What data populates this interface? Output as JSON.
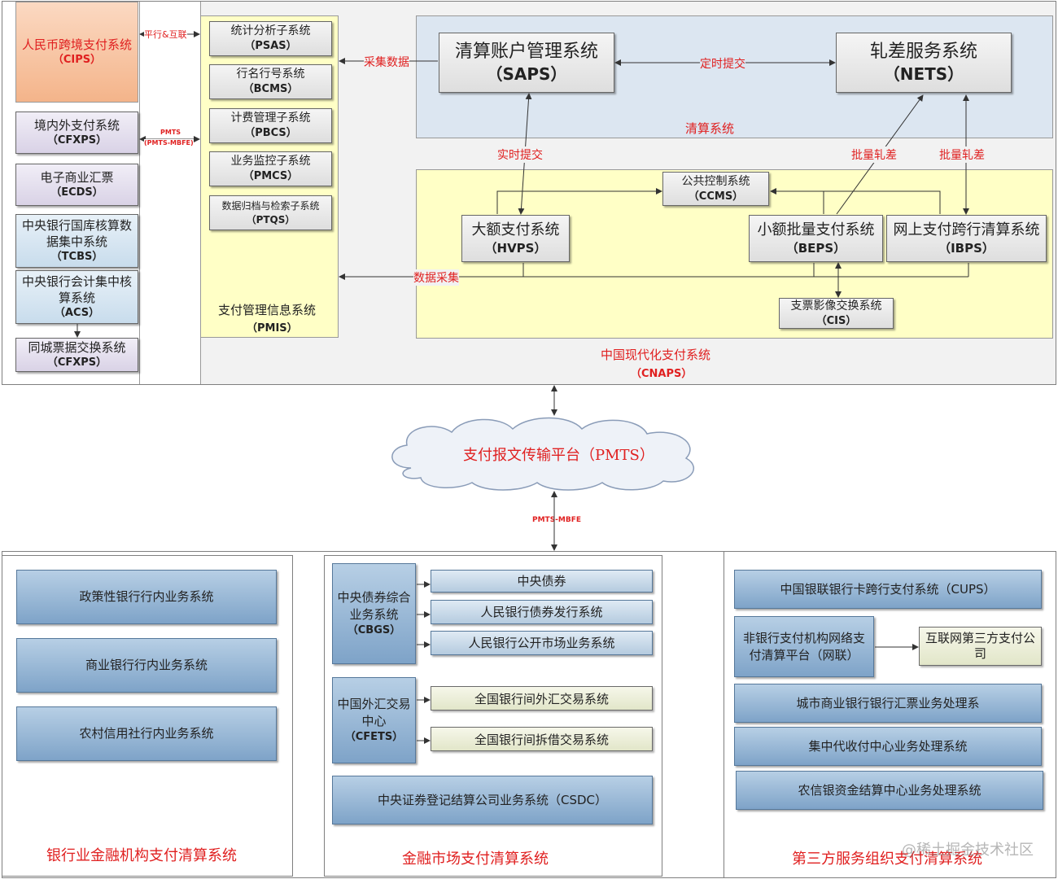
{
  "top": {
    "left_column": {
      "cips": {
        "name": "人民币跨境支付系统",
        "code": "（CIPS）"
      },
      "cfxps1": {
        "name": "境内外支付系统",
        "code": "（CFXPS）"
      },
      "ecds": {
        "name": "电子商业汇票",
        "code": "（ECDS）"
      },
      "tcbs": {
        "name1": "中央银行国库核算数",
        "name2": "据集中系统",
        "code": "（TCBS）"
      },
      "acs": {
        "name1": "中央银行会计集中核",
        "name2": "算系统",
        "code": "（ACS）"
      },
      "cfxps2": {
        "name": "同城票据交换系统",
        "code": "（CFXPS）"
      }
    },
    "link_labels": {
      "parallel": "平行&互联",
      "pmts_small1": "PMTS",
      "pmts_small2": "(PMTS-MBFE)",
      "collect": "采集数据",
      "timed_submit": "定时提交",
      "realtime_submit": "实时提交",
      "batch_net1": "批量轧差",
      "batch_net2": "批量轧差",
      "data_collect": "数据采集"
    },
    "pmis": {
      "subsystems": [
        {
          "name": "统计分析子系统",
          "code": "（PSAS）"
        },
        {
          "name": "行名行号系统",
          "code": "（BCMS）"
        },
        {
          "name": "计费管理子系统",
          "code": "（PBCS）"
        },
        {
          "name": "业务监控子系统",
          "code": "（PMCS）"
        },
        {
          "name": "数据归档与检索子系统",
          "code": "（PTQS）"
        }
      ],
      "title": "支付管理信息系统",
      "code": "（PMIS）"
    },
    "clearing": {
      "saps": {
        "name": "清算账户管理系统",
        "code": "（SAPS）"
      },
      "nets": {
        "name": "轧差服务系统",
        "code": "（NETS）"
      },
      "title": "清算系统"
    },
    "cnaps": {
      "ccms": {
        "name": "公共控制系统",
        "code": "（CCMS）"
      },
      "hvps": {
        "name": "大额支付系统",
        "code": "（HVPS）"
      },
      "beps": {
        "name": "小额批量支付系统",
        "code": "（BEPS）"
      },
      "ibps": {
        "name": "网上支付跨行清算系统",
        "code": "（IBPS）"
      },
      "cis": {
        "name": "支票影像交换系统",
        "code": "（CIS）"
      },
      "title": "中国现代化支付系统",
      "code": "（CNAPS）"
    }
  },
  "middle": {
    "cloud": "支付报文传输平台（PMTS）",
    "mbfe": "PMTS-MBFE"
  },
  "bottom": {
    "banking": {
      "items": [
        "政策性银行行内业务系统",
        "商业银行行内业务系统",
        "农村信用社行内业务系统"
      ],
      "title": "银行业金融机构支付清算系统"
    },
    "market": {
      "cbgs": {
        "name1": "中央债券综合",
        "name2": "业务系统",
        "code": "（CBGS）"
      },
      "cbgs_items": [
        "中央债券",
        "人民银行债券发行系统",
        "人民银行公开市场业务系统"
      ],
      "cfets": {
        "name1": "中国外汇交易",
        "name2": "中心",
        "code": "（CFETS）"
      },
      "cfets_items": [
        "全国银行间外汇交易系统",
        "全国银行间拆借交易系统"
      ],
      "csdc": "中央证券登记结算公司业务系统（CSDC）",
      "title": "金融市场支付清算系统"
    },
    "third_party": {
      "cups": "中国银联银行卡跨行支付系统（CUPS）",
      "netsunion1": "非银行支付机构网络支",
      "netsunion2": "付清算平台（网联）",
      "internet1": "互联网第三方支付公",
      "internet2": "司",
      "items": [
        "城市商业银行银行汇票业务处理系",
        "集中代收付中心业务处理系统",
        "农信银资金结算中心业务处理系统"
      ],
      "title": "第三方服务组织支付清算系统"
    }
  },
  "watermark": "@稀土掘金技术社区"
}
